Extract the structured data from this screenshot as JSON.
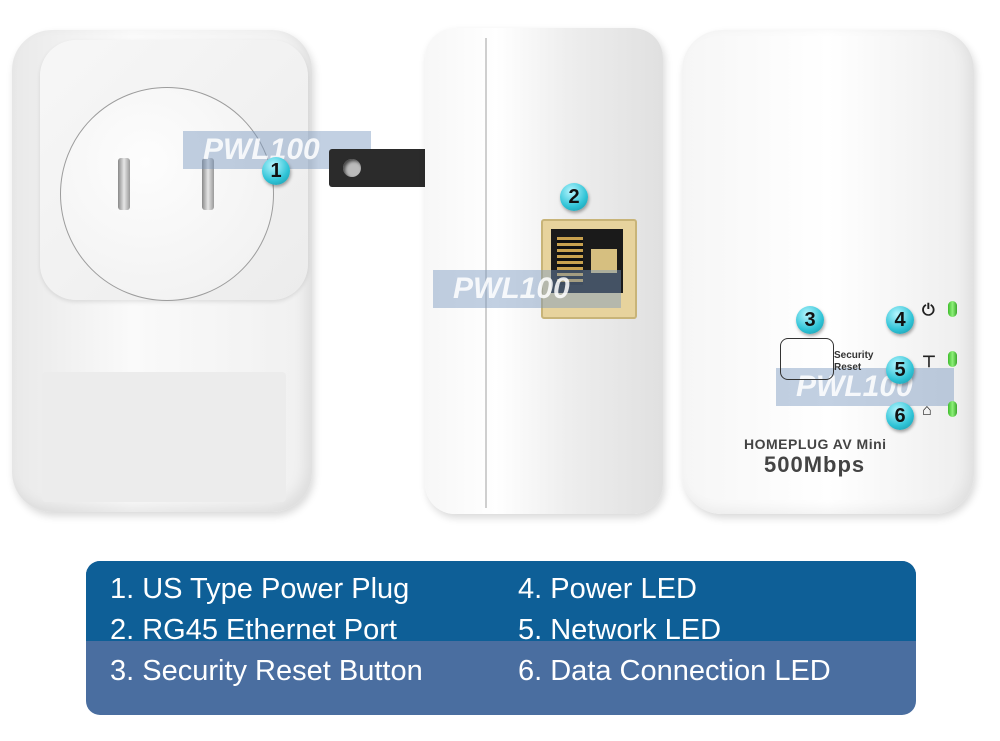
{
  "watermark": "PWL100",
  "callouts": [
    "1",
    "2",
    "3",
    "4",
    "5",
    "6"
  ],
  "device_front": {
    "reset_label_line1": "Security",
    "reset_label_line2": "Reset",
    "brand_line1": "HOMEPLUG AV Mini",
    "brand_line2": "500Mbps",
    "led_icons": {
      "power": "⏻",
      "network": "⊤",
      "data": "⌂"
    },
    "led_color": "#4cd036"
  },
  "legend": {
    "items": [
      "1. US Type Power Plug",
      "2. RG45 Ethernet Port",
      "3. Security Reset Button",
      "4. Power LED",
      "5. Network LED",
      "6. Data Connection LED"
    ],
    "top_color": "#0e5f97",
    "bottom_color": "#4a6ea0"
  }
}
